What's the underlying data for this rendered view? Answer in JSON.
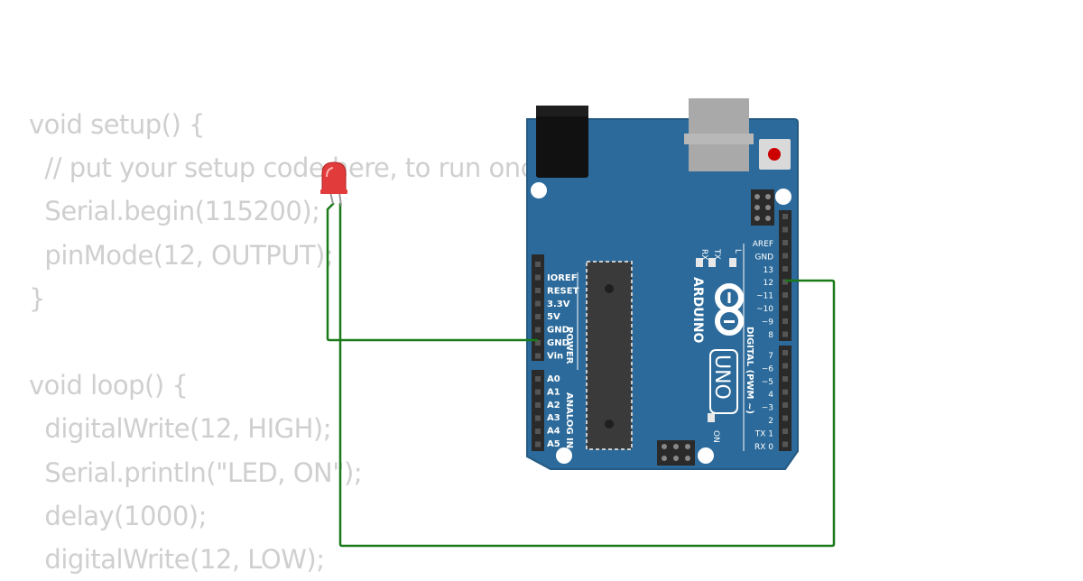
{
  "code": {
    "lines": [
      "void setup() {",
      "  // put your setup code here, to run once:",
      "  Serial.begin(115200);",
      "  pinMode(12, OUTPUT);",
      "}",
      "",
      "void loop() {",
      "  digitalWrite(12, HIGH);",
      "  Serial.println(\"LED, ON\");",
      "  delay(1000);",
      "  digitalWrite(12, LOW);"
    ]
  },
  "board": {
    "brand": "ARDUINO",
    "model": "UNO",
    "on_label": "ON",
    "tx_led_label": "TX",
    "rx_led_label": "RX",
    "l_led_label": "L",
    "power_header_label": "POWER",
    "analog_header_label": "ANALOG IN",
    "digital_header_label": "DIGITAL (PWM ~)",
    "power_pins": [
      "IOREF",
      "RESET",
      "3.3V",
      "5V",
      "GND",
      "GND",
      "Vin"
    ],
    "analog_pins": [
      "A0",
      "A1",
      "A2",
      "A3",
      "A4",
      "A5"
    ],
    "digital_pins_upper": [
      "AREF",
      "GND",
      "13",
      "12",
      "~11",
      "~10",
      "~9",
      "8"
    ],
    "digital_pins_lower": [
      "7",
      "~6",
      "~5",
      "4",
      "~3",
      "2",
      "TX 1",
      "RX 0"
    ],
    "colors": {
      "board": "#2b6a9a",
      "board_edge": "#245a83",
      "header": "#2a2a2a",
      "chip": "#3a3a3a",
      "usb": "#a9a9a9",
      "jack": "#111111",
      "reset_button": "#cc0000"
    }
  },
  "led": {
    "color": "#e23b3b"
  },
  "wires": {
    "color": "#1a7a1a"
  }
}
